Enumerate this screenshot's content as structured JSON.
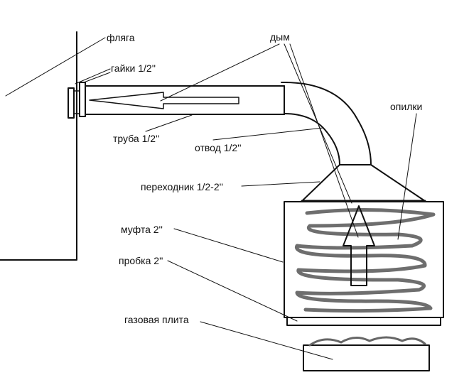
{
  "labels": {
    "flask": "фляга",
    "nuts": "гайки 1/2''",
    "smoke": "дым",
    "sawdust": "опилки",
    "pipe": "труба 1/2''",
    "elbow": "отвод 1/2''",
    "adapter": "переходник 1/2-2''",
    "coupling": "муфта 2''",
    "plug": "пробка 2''",
    "stove": "газовая плита"
  },
  "colors": {
    "ink": "#111111",
    "smudge": "#555555",
    "background": "#ffffff"
  }
}
